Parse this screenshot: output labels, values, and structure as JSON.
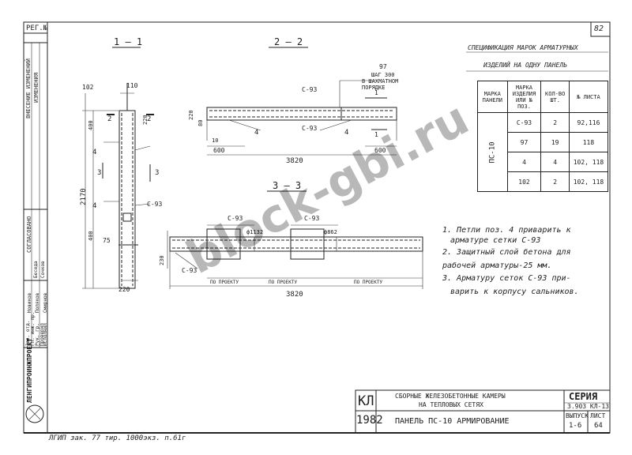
{
  "corner": {
    "reg_no": "РЕГ.№",
    "page_no": "82"
  },
  "sections": {
    "s11": "1 — 1",
    "s22": "2 — 2",
    "s33": "3 — 3"
  },
  "spec": {
    "title_line1": "СПЕЦИФИКАЦИЯ МАРОК АРМАТУРНЫХ",
    "title_line2": "ИЗДЕЛИЙ НА ОДНУ ПАНЕЛЬ",
    "headers": [
      "МАРКА ПАНЕЛИ",
      "МАРКА ИЗДЕЛИЯ ИЛИ № ПОЗ.",
      "КОЛ-ВО ШТ.",
      "№ ЛИСТА"
    ],
    "panel": "ПС-10",
    "rows": [
      {
        "mark": "С-93",
        "qty": "2",
        "sheet": "92,116"
      },
      {
        "mark": "97",
        "qty": "19",
        "sheet": "118"
      },
      {
        "mark": "4",
        "qty": "4",
        "sheet": "102, 118"
      },
      {
        "mark": "102",
        "qty": "2",
        "sheet": "102, 118"
      }
    ]
  },
  "notes": [
    "1. Петли поз. 4 приварить к",
    "арматуре сетки С-93",
    "2. Защитный слой бетона для",
    "рабочей арматуры-25 мм.",
    "3. Арматуру сеток С-93 при-",
    "варить к корпусу сальников."
  ],
  "dims": {
    "d102": "102",
    "d110": "110",
    "d2170": "2170",
    "d400a": "400",
    "d400b": "400",
    "d220a": "220",
    "d75": "75",
    "d220b": "220",
    "d10": "10",
    "d80": "80",
    "d3820a": "3820",
    "d600a": "600",
    "d600b": "600",
    "d220c": "220",
    "d3820b": "3820",
    "d230": "230",
    "d97": "97",
    "step_note_1": "ШАГ 300",
    "step_note_2": "В ШАХМАТНОМ",
    "step_note_3": "ПОРЯДКЕ",
    "phi1132": "ф1132",
    "phi862": "ф862",
    "po_proektu_1": "ПО ПРОЕКТУ",
    "po_proektu_2": "ПО ПРОЕКТУ",
    "po_proektu_3": "ПО ПРОЕКТУ"
  },
  "labels": {
    "c93_a": "С-93",
    "c93_b": "С-93",
    "c93_c": "С-93",
    "c93_d": "С-93",
    "c93_e": "С-93",
    "c93_f": "С-93",
    "pos4_a": "4",
    "pos4_b": "4",
    "pos4_c": "4",
    "pos4_d": "4",
    "cut1": "1",
    "cut2": "2",
    "cut3": "3",
    "cut1b": "1",
    "cut2b": "2",
    "cut3b": "3"
  },
  "title_block": {
    "org": "ЛЕНГИПРОИНЖПРОЕКТ",
    "code": "КЛ",
    "year": "1982",
    "desc1": "СБОРНЫЕ ЖЕЛЕЗОБЕТОННЫЕ КАМЕРЫ",
    "desc2": "НА ТЕПЛОВЫХ СЕТЯХ",
    "sheet_title": "ПАНЕЛЬ ПС-10 АРМИРОВАНИЕ",
    "series_label": "СЕРИЯ",
    "series_value": "3.903 КЛ-13",
    "issue_label": "ВЫПУСК",
    "issue_value": "1-6",
    "list_label": "ЛИСТ",
    "list_value": "64"
  },
  "side_stamp": {
    "soglasovano": "СОГЛАСОВАНО",
    "rows": [
      "Зав. отд.",
      "Гл. инж. пр.",
      "Рук. гр.",
      "Проверил",
      "Исполнил"
    ],
    "names": [
      "Беседа",
      "Сочков",
      "Смирнов",
      "Поляков",
      "Новиков"
    ],
    "changes": "ИЗМЕНЕНИЯ",
    "changes2": "ВНЕСЕНИЕ ИЗМЕНЕНИЙ"
  },
  "footer": "ЛГИП зак. 77 тир. 1000экз. п.61г",
  "watermark": "block-gbi.ru"
}
